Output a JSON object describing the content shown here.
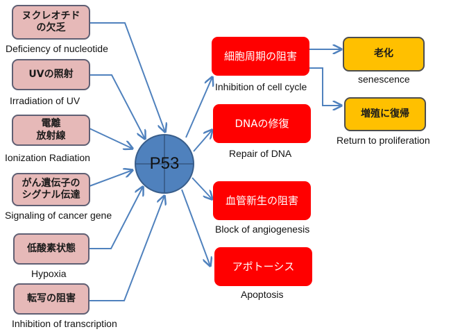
{
  "center": {
    "label": "P53",
    "color": "#4f81bd"
  },
  "causes": [
    {
      "jp_line1": "ヌクレオチド",
      "jp_line2": "の欠乏",
      "en": "Deficiency of nucleotide"
    },
    {
      "jp_line1": "UVの照射",
      "jp_line2": "",
      "en": "Irradiation of UV"
    },
    {
      "jp_line1": "電離",
      "jp_line2": "放射線",
      "en": "Ionization Radiation"
    },
    {
      "jp_line1": "がん遺伝子の",
      "jp_line2": "シグナル伝達",
      "en": "Signaling of cancer gene"
    },
    {
      "jp_line1": "低酸素状態",
      "jp_line2": "",
      "en": "Hypoxia"
    },
    {
      "jp_line1": "転写の阻害",
      "jp_line2": "",
      "en": "Inhibition of transcription"
    }
  ],
  "effects": [
    {
      "jp": "細胞周期の阻害",
      "en": "Inhibition of cell cycle"
    },
    {
      "jp": "DNAの修復",
      "en": "Repair of DNA"
    },
    {
      "jp": "血管新生の阻害",
      "en": "Block of angiogenesis"
    },
    {
      "jp": "アポトーシス",
      "en": "Apoptosis"
    }
  ],
  "outcomes": [
    {
      "jp": "老化",
      "en": "senescence"
    },
    {
      "jp": "増殖に復帰",
      "en": "Return to proliferation"
    }
  ],
  "colors": {
    "cause_fill": "#e6b9b8",
    "effect_fill": "#ff0000",
    "outcome_fill": "#ffc000",
    "arrow": "#4f81bd"
  }
}
